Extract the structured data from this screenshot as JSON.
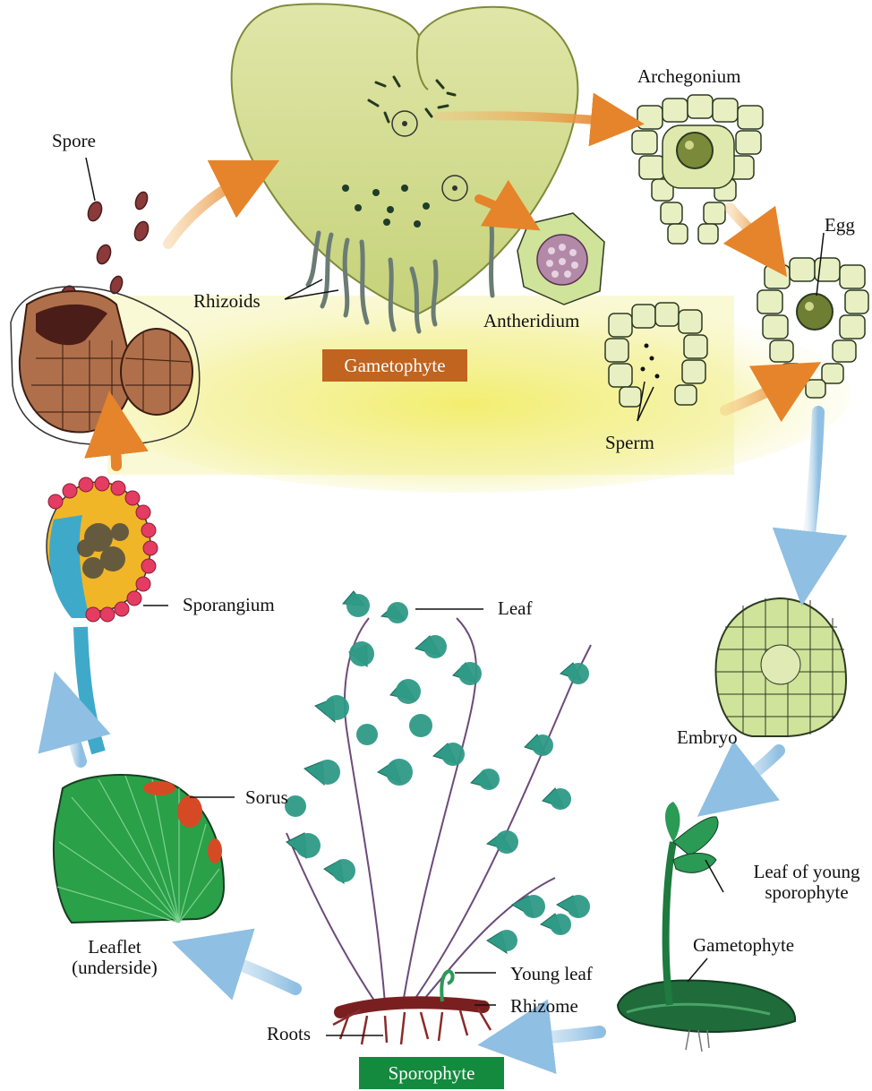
{
  "labels": {
    "spore": "Spore",
    "rhizoids": "Rhizoids",
    "gametophyte_box": "Gametophyte",
    "archegonium": "Archegonium",
    "antheridium": "Antheridium",
    "egg": "Egg",
    "sperm": "Sperm",
    "sporangium": "Sporangium",
    "leaf": "Leaf",
    "embryo": "Embryo",
    "sorus": "Sorus",
    "leaf_young_line1": "Leaf of young",
    "leaf_young_line2": "sporophyte",
    "gametophyte_small": "Gametophyte",
    "leaflet_line1": "Leaflet",
    "leaflet_line2": "(underside)",
    "young_leaf": "Young leaf",
    "rhizome": "Rhizome",
    "roots": "Roots",
    "sporophyte_box": "Sporophyte"
  },
  "colors": {
    "gametophyte_box": "#c0641f",
    "sporophyte_box": "#138a3e",
    "orange_arrow": "#e8892f",
    "blue_arrow": "#a9cde8",
    "gametophyte_body": "#d6df98",
    "cell_fill": "#e6efbf",
    "fern_leaf": "#2f9a86",
    "yellow_glow": "#f1ec5e"
  }
}
